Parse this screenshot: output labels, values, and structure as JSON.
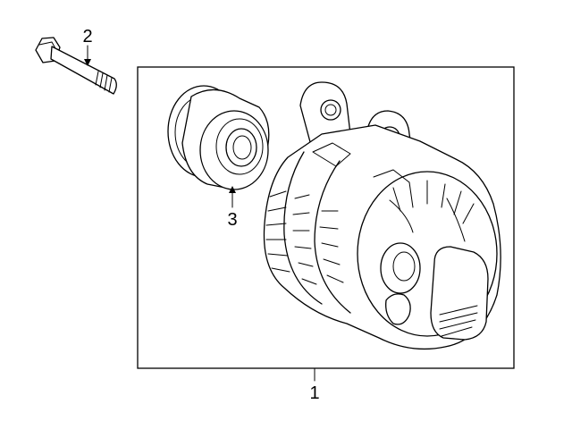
{
  "callouts": {
    "alternator": "1",
    "bolt": "2",
    "pulley": "3"
  },
  "colors": {
    "line": "#000000",
    "background": "#ffffff"
  },
  "icons": {
    "alternator": "alternator-icon",
    "bolt": "bolt-icon",
    "pulley": "pulley-icon"
  }
}
